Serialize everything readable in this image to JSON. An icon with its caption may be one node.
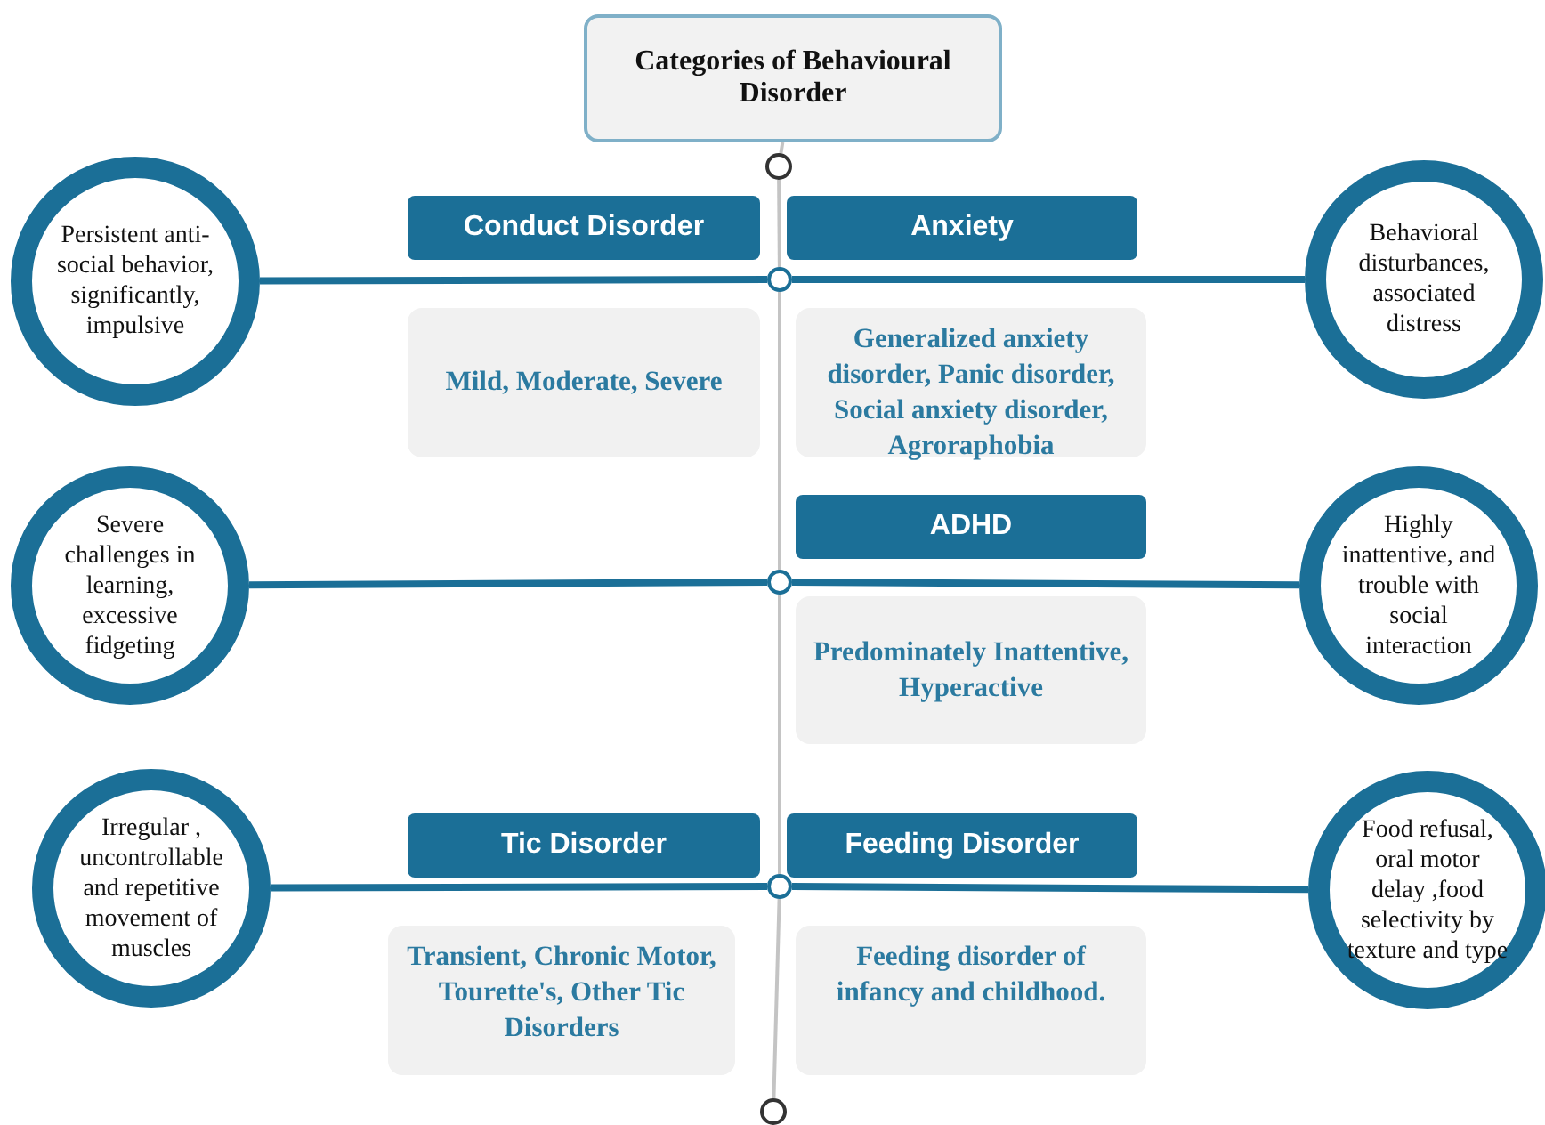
{
  "diagram": {
    "nodes": [
      {
        "text": [
          "Categories of Behavioural Disorder"
        ]
      },
      {
        "text": [],
        "shape": "circle"
      },
      {
        "text": [
          "Conduct Disorder"
        ]
      },
      {
        "text": [
          "Anxiety"
        ]
      },
      {
        "text": [
          "Mild, Moderate, Severe"
        ]
      },
      {
        "text": [
          "Generalized anxiety disorder, Panic disorder, Social anxiety disorder, Agroraphobia"
        ]
      },
      {
        "text": [
          "Persistent anti-social behavior, significantly, impulsive"
        ]
      },
      {
        "text": [
          "Behavioral disturbances, associated distress"
        ]
      },
      {
        "text": [],
        "shape": "circle"
      },
      {
        "text": [
          "ADHD"
        ]
      },
      {
        "text": [
          "Predominately Inattentive, Hyperactive"
        ]
      },
      {
        "text": [
          "Severe challenges in learning, excessive fidgeting"
        ]
      },
      {
        "text": [
          "Highly inattentive, and trouble with social interaction"
        ]
      },
      {
        "text": [],
        "shape": "circle"
      },
      {
        "text": [
          "Tic Disorder"
        ]
      },
      {
        "text": [
          "Feeding Disorder"
        ]
      },
      {
        "text": [
          "Transient, Chronic Motor, Tourette's,  Other Tic Disorders"
        ]
      },
      {
        "text": [
          "Feeding disorder of infancy and childhood."
        ]
      },
      {
        "text": [
          "Irregular , uncontrollable and repetitive movement of muscles"
        ]
      },
      {
        "text": [
          "Food refusal, oral motor delay ,food selectivity by texture and type"
        ]
      },
      {
        "text": [],
        "shape": "circle"
      },
      {
        "text": [],
        "shape": "circle"
      }
    ],
    "edges": [
      {
        "from": 0,
        "to": 1,
        "arrow": "none",
        "color": "#c4c4c4"
      },
      {
        "from": 1,
        "to": 8,
        "arrow": "none",
        "color": "#c4c4c4"
      },
      {
        "from": 6,
        "to": 8,
        "arrow": "none"
      },
      {
        "from": 8,
        "to": 7,
        "arrow": "none"
      },
      {
        "from": 8,
        "to": 13,
        "arrow": "none",
        "color": "#c4c4c4"
      },
      {
        "from": 11,
        "to": 13,
        "arrow": "none"
      },
      {
        "from": 13,
        "to": 12,
        "arrow": "none"
      },
      {
        "from": 13,
        "to": 20,
        "arrow": "none",
        "color": "#c4c4c4"
      },
      {
        "from": 18,
        "to": 20,
        "arrow": "none"
      },
      {
        "from": 20,
        "to": 19,
        "arrow": "none"
      },
      {
        "from": 20,
        "to": 21,
        "arrow": "none",
        "color": "#c4c4c4"
      }
    ]
  }
}
